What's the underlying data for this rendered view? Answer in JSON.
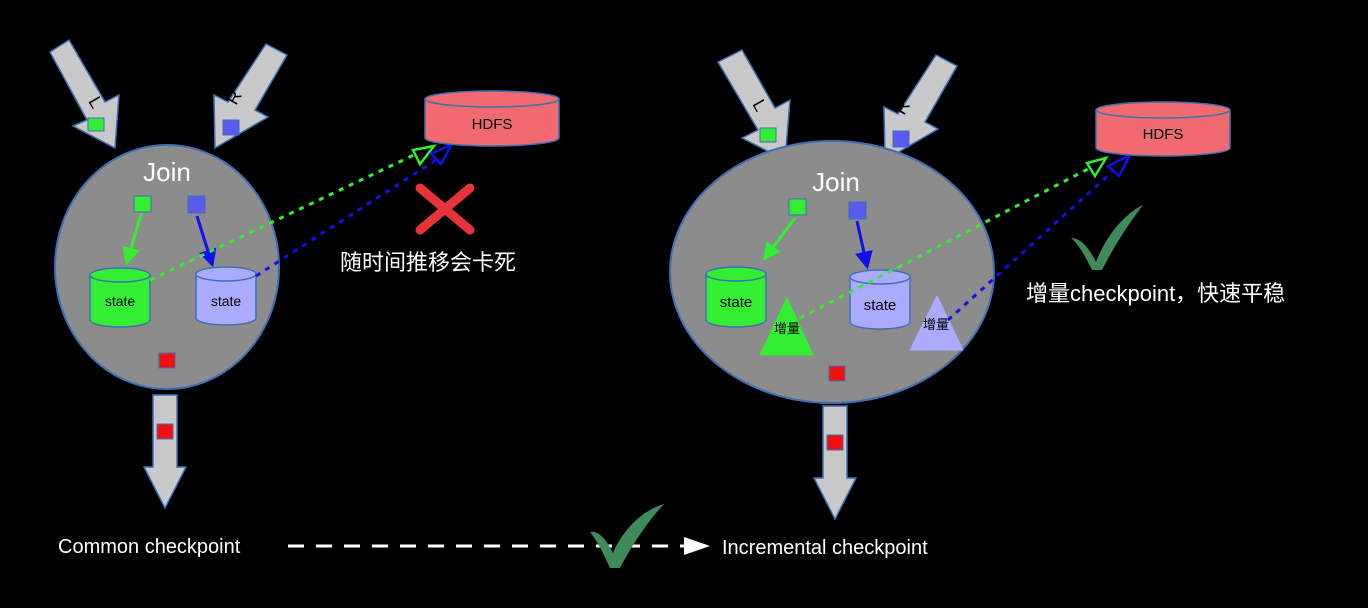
{
  "left": {
    "input_left_label": "L",
    "input_right_label": "R",
    "join_label": "Join",
    "hdfs_label": "HDFS",
    "state_green_label": "state",
    "state_blue_label": "state",
    "annotation": "随时间推移会卡死",
    "status_icon": "cross-icon",
    "status_color": "#e8333a"
  },
  "right": {
    "input_left_label": "L",
    "input_right_label": "R",
    "join_label": "Join",
    "hdfs_label": "HDFS",
    "state_green_label": "state",
    "state_blue_label": "state",
    "incremental_green_label": "增量",
    "incremental_blue_label": "增量",
    "annotation": "增量checkpoint，快速平稳",
    "status_icon": "check-icon",
    "status_color": "#3f8a5a"
  },
  "bottom": {
    "from_label": "Common checkpoint",
    "to_label": "Incremental checkpoint",
    "status_icon": "check-icon"
  },
  "colors": {
    "background": "#000000",
    "join_fill": "#8c8c8c",
    "join_stroke": "#3f6fb3",
    "arrow_fill": "#c9c9c9",
    "hdfs_fill": "#f06a6f",
    "green": "#33ee33",
    "blue": "#aaaaff",
    "red_square": "#ee1111",
    "check_green": "#3f8a5a"
  }
}
